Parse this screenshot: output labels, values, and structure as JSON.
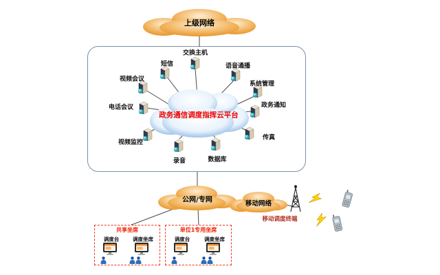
{
  "diagram": {
    "top_cloud_label": "上级网络",
    "platform": {
      "cloud_label": "政务通信调度指挥云平台",
      "nodes": [
        {
          "label": "交换主机"
        },
        {
          "label": "短信"
        },
        {
          "label": "语音通播"
        },
        {
          "label": "视频会议"
        },
        {
          "label": "系统管理"
        },
        {
          "label": "电话会议"
        },
        {
          "label": "政务通知"
        },
        {
          "label": "视频监控"
        },
        {
          "label": "传真"
        },
        {
          "label": "录音"
        },
        {
          "label": "数据库"
        }
      ]
    },
    "public_network_label": "公网/专网",
    "mobile_network_label": "移动网络",
    "mobile_terminal_label": "移动调度终端",
    "seat_groups": [
      {
        "title": "共享坐席",
        "consoles": [
          {
            "label": "调度台"
          },
          {
            "label": "调度坐席"
          }
        ]
      },
      {
        "title": "单位1专用坐席",
        "consoles": [
          {
            "label": "调度台"
          },
          {
            "label": "调度坐席"
          }
        ]
      }
    ],
    "colors": {
      "orange_cloud": "#E8941F",
      "blue_cloud": "#76A9DD",
      "platform_text": "#EE0000",
      "seat_box_border": "#EE3322",
      "connector_line": "#4A4A4A"
    }
  }
}
